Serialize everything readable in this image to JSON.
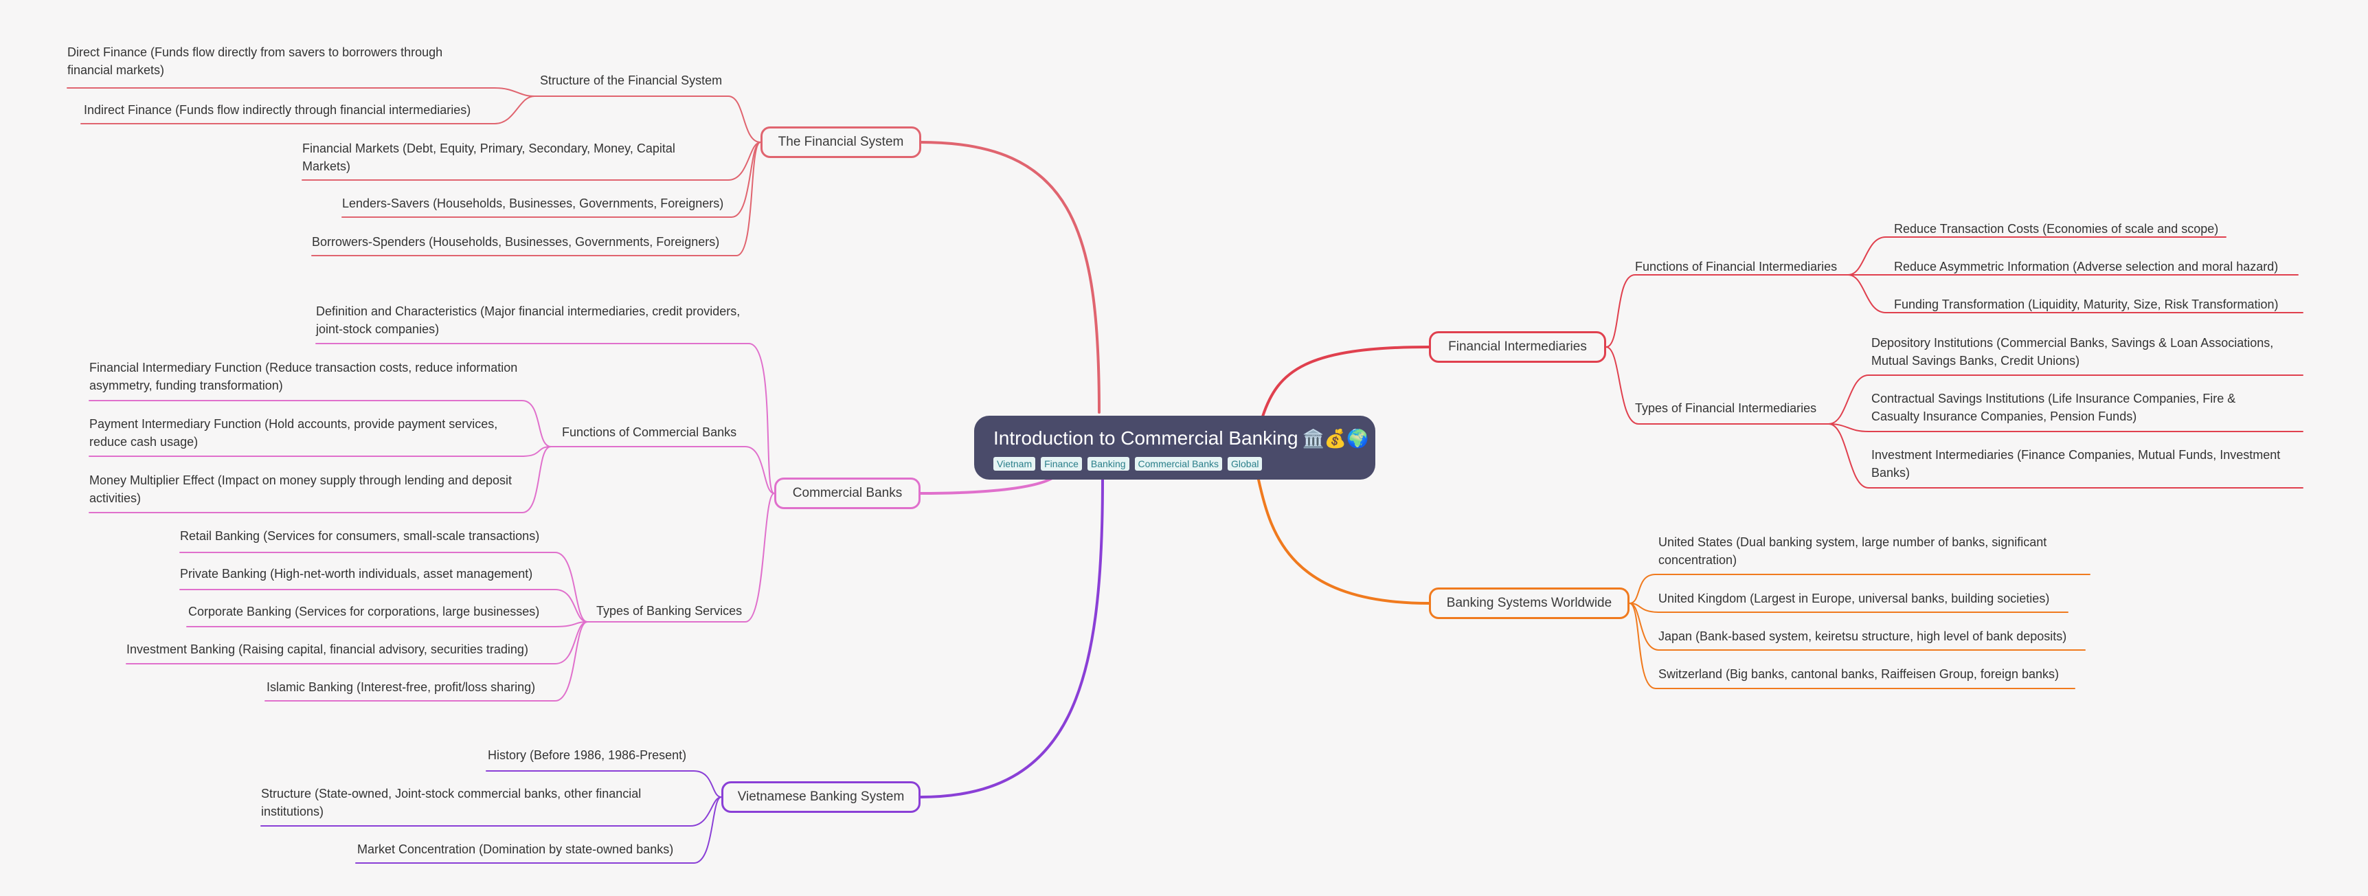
{
  "root": {
    "title": "Introduction to Commercial Banking",
    "emoji": "🏛️💰🌍",
    "tags": [
      "Vietnam",
      "Finance",
      "Banking",
      "Commercial Banks",
      "Global"
    ]
  },
  "colors": {
    "root_bg": "#4a4b6a",
    "financial_system": "#e0646f",
    "commercial_banks": "#e070cc",
    "vietnamese_banking": "#8a3fd6",
    "financial_intermediaries": "#e0404e",
    "banking_systems_worldwide": "#f07a1e"
  },
  "branches": {
    "financial_system": {
      "label": "The Financial System",
      "structure": "Structure of the Financial System",
      "direct": "Direct Finance (Funds flow directly from savers to borrowers through financial markets)",
      "indirect": "Indirect Finance (Funds flow indirectly through financial intermediaries)",
      "markets": "Financial Markets (Debt, Equity, Primary, Secondary, Money, Capital Markets)",
      "lenders": "Lenders-Savers (Households, Businesses, Governments, Foreigners)",
      "borrowers": "Borrowers-Spenders (Households, Businesses, Governments, Foreigners)"
    },
    "commercial_banks": {
      "label": "Commercial Banks",
      "definition": "Definition and Characteristics (Major financial intermediaries, credit providers, joint-stock companies)",
      "functions": "Functions of Commercial Banks",
      "fi_function": "Financial Intermediary Function (Reduce transaction costs, reduce information asymmetry, funding transformation)",
      "payment_function": "Payment Intermediary Function (Hold accounts, provide payment services, reduce cash usage)",
      "multiplier": "Money Multiplier Effect (Impact on money supply through lending and deposit activities)",
      "services": "Types of Banking Services",
      "retail": "Retail Banking (Services for consumers, small-scale transactions)",
      "private": "Private Banking (High-net-worth individuals, asset management)",
      "corporate": "Corporate Banking (Services for corporations, large businesses)",
      "investment": "Investment Banking (Raising capital, financial advisory, securities trading)",
      "islamic": "Islamic Banking (Interest-free, profit/loss sharing)"
    },
    "vietnamese_banking": {
      "label": "Vietnamese Banking System",
      "history": "History (Before 1986, 1986-Present)",
      "structure": "Structure (State-owned, Joint-stock commercial banks, other financial institutions)",
      "concentration": "Market Concentration (Domination by state-owned banks)"
    },
    "financial_intermediaries": {
      "label": "Financial Intermediaries",
      "functions": "Functions of Financial Intermediaries",
      "reduce_costs": "Reduce Transaction Costs (Economies of scale and scope)",
      "reduce_asym": "Reduce Asymmetric Information (Adverse selection and moral hazard)",
      "funding": "Funding Transformation (Liquidity, Maturity, Size, Risk Transformation)",
      "types": "Types of Financial Intermediaries",
      "depository": "Depository Institutions (Commercial Banks, Savings & Loan Associations, Mutual Savings Banks, Credit Unions)",
      "contractual": "Contractual Savings Institutions (Life Insurance Companies, Fire & Casualty Insurance Companies, Pension Funds)",
      "investment": "Investment Intermediaries (Finance Companies, Mutual Funds, Investment Banks)"
    },
    "banking_systems_worldwide": {
      "label": "Banking Systems Worldwide",
      "us": "United States (Dual banking system, large number of banks, significant concentration)",
      "uk": "United Kingdom (Largest in Europe, universal banks, building societies)",
      "japan": "Japan (Bank-based system, keiretsu structure, high level of bank deposits)",
      "switzerland": "Switzerland (Big banks, cantonal banks, Raiffeisen Group, foreign banks)"
    }
  }
}
